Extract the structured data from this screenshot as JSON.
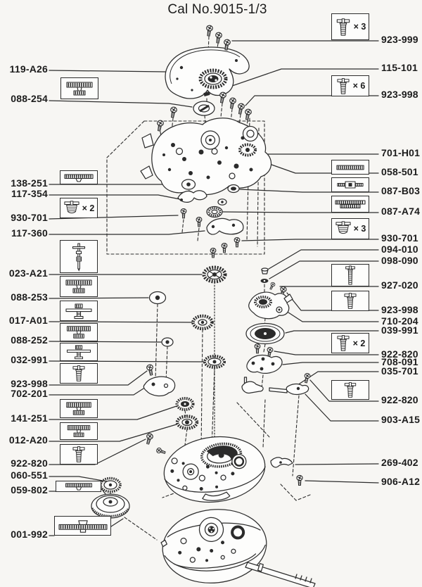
{
  "title": "Cal No.9015-1/3",
  "colors": {
    "ink": "#2d2d2d",
    "paper": "#f7f6f3"
  },
  "labels": {
    "left": [
      "119-A26",
      "088-254",
      "138-251",
      "117-354",
      "930-701",
      "117-360",
      "023-A21",
      "088-253",
      "017-A01",
      "088-252",
      "032-991",
      "923-998",
      "702-201",
      "141-251",
      "012-A20",
      "922-820",
      "060-551",
      "059-802",
      "001-992"
    ],
    "right": [
      "923-999",
      "115-101",
      "923-998",
      "701-H01",
      "058-501",
      "087-B03",
      "087-A74",
      "930-701",
      "094-010",
      "098-090",
      "927-020",
      "923-998",
      "710-204",
      "039-991",
      "922-820",
      "708-091",
      "035-701",
      "922-820",
      "903-A15",
      "269-402",
      "906-A12"
    ]
  },
  "boxes": {
    "left": [
      {
        "icon": "pinion-icon"
      },
      {
        "icon": "flat-wheel-icon"
      },
      {
        "icon": "screw-flat-icon",
        "qty": "× 2"
      },
      {
        "icon": "shaft-icon"
      },
      {
        "icon": "pinion-icon"
      },
      {
        "icon": "wheel-t-icon"
      },
      {
        "icon": "pinion-icon"
      },
      {
        "icon": "wheel-t-icon"
      },
      {
        "icon": "screw-icon"
      },
      {
        "icon": "pinion-icon"
      },
      {
        "icon": "pinion-icon"
      },
      {
        "icon": "screw-icon"
      },
      {
        "icon": "flat-wheel-icon"
      },
      {
        "icon": "wide-wheel-icon"
      }
    ],
    "right": [
      {
        "icon": "screw-icon",
        "qty": "× 3"
      },
      {
        "icon": "screw-icon",
        "qty": "× 6"
      },
      {
        "icon": "toothed-bar-icon"
      },
      {
        "icon": "part-cross-icon"
      },
      {
        "icon": "double-bar-icon"
      },
      {
        "icon": "screw-flat-icon",
        "qty": "× 3"
      },
      {
        "icon": "screw-long-icon"
      },
      {
        "icon": "screw-icon"
      },
      {
        "icon": "screw-icon",
        "qty": "× 2"
      },
      {
        "icon": "screw-icon"
      }
    ]
  }
}
